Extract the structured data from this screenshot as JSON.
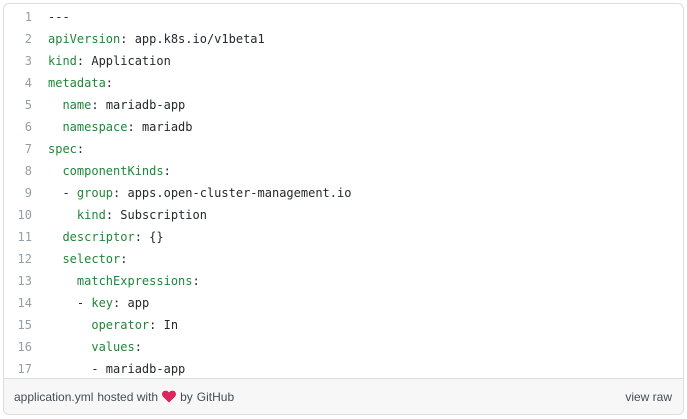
{
  "code_lines": [
    {
      "n": "1",
      "indent": "",
      "key": "",
      "sep": "",
      "value": "---"
    },
    {
      "n": "2",
      "indent": "",
      "key": "apiVersion",
      "sep": ": ",
      "value": "app.k8s.io/v1beta1"
    },
    {
      "n": "3",
      "indent": "",
      "key": "kind",
      "sep": ": ",
      "value": "Application"
    },
    {
      "n": "4",
      "indent": "",
      "key": "metadata",
      "sep": ":",
      "value": ""
    },
    {
      "n": "5",
      "indent": "  ",
      "key": "name",
      "sep": ": ",
      "value": "mariadb-app"
    },
    {
      "n": "6",
      "indent": "  ",
      "key": "namespace",
      "sep": ": ",
      "value": "mariadb"
    },
    {
      "n": "7",
      "indent": "",
      "key": "spec",
      "sep": ":",
      "value": ""
    },
    {
      "n": "8",
      "indent": "  ",
      "key": "componentKinds",
      "sep": ":",
      "value": ""
    },
    {
      "n": "9",
      "indent": "  - ",
      "key": "group",
      "sep": ": ",
      "value": "apps.open-cluster-management.io"
    },
    {
      "n": "10",
      "indent": "    ",
      "key": "kind",
      "sep": ": ",
      "value": "Subscription"
    },
    {
      "n": "11",
      "indent": "  ",
      "key": "descriptor",
      "sep": ": ",
      "value": "{}"
    },
    {
      "n": "12",
      "indent": "  ",
      "key": "selector",
      "sep": ":",
      "value": ""
    },
    {
      "n": "13",
      "indent": "    ",
      "key": "matchExpressions",
      "sep": ":",
      "value": ""
    },
    {
      "n": "14",
      "indent": "    - ",
      "key": "key",
      "sep": ": ",
      "value": "app"
    },
    {
      "n": "15",
      "indent": "      ",
      "key": "operator",
      "sep": ": ",
      "value": "In"
    },
    {
      "n": "16",
      "indent": "      ",
      "key": "values",
      "sep": ":",
      "value": ""
    },
    {
      "n": "17",
      "indent": "      - ",
      "key": "",
      "sep": "",
      "value": "mariadb-app"
    }
  ],
  "footer": {
    "filename": "application.yml",
    "hosted_with": "hosted with",
    "by": "by",
    "github": "GitHub",
    "view_raw": "view raw"
  },
  "colors": {
    "key": "#22863a",
    "value": "#24292e",
    "line_number": "#959da5",
    "heart": "#e0245e"
  },
  "icons": {
    "heart": "heart-icon"
  }
}
